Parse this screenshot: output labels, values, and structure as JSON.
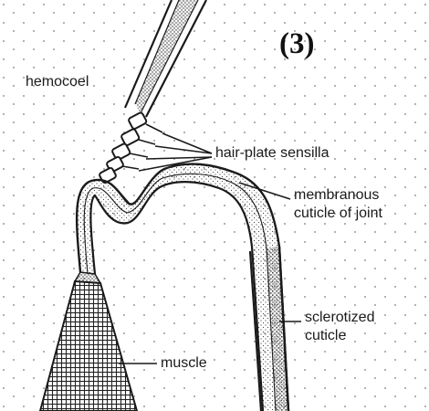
{
  "figure": {
    "panel_number": "(3)",
    "labels": {
      "hemocoel": "hemocoel",
      "hair_plate": "hair-plate sensilla",
      "membranous_line1": "membranous",
      "membranous_line2": "cuticle of joint",
      "sclerotized_line1": "sclerotized",
      "sclerotized_line2": "cuticle",
      "muscle": "muscle"
    }
  }
}
